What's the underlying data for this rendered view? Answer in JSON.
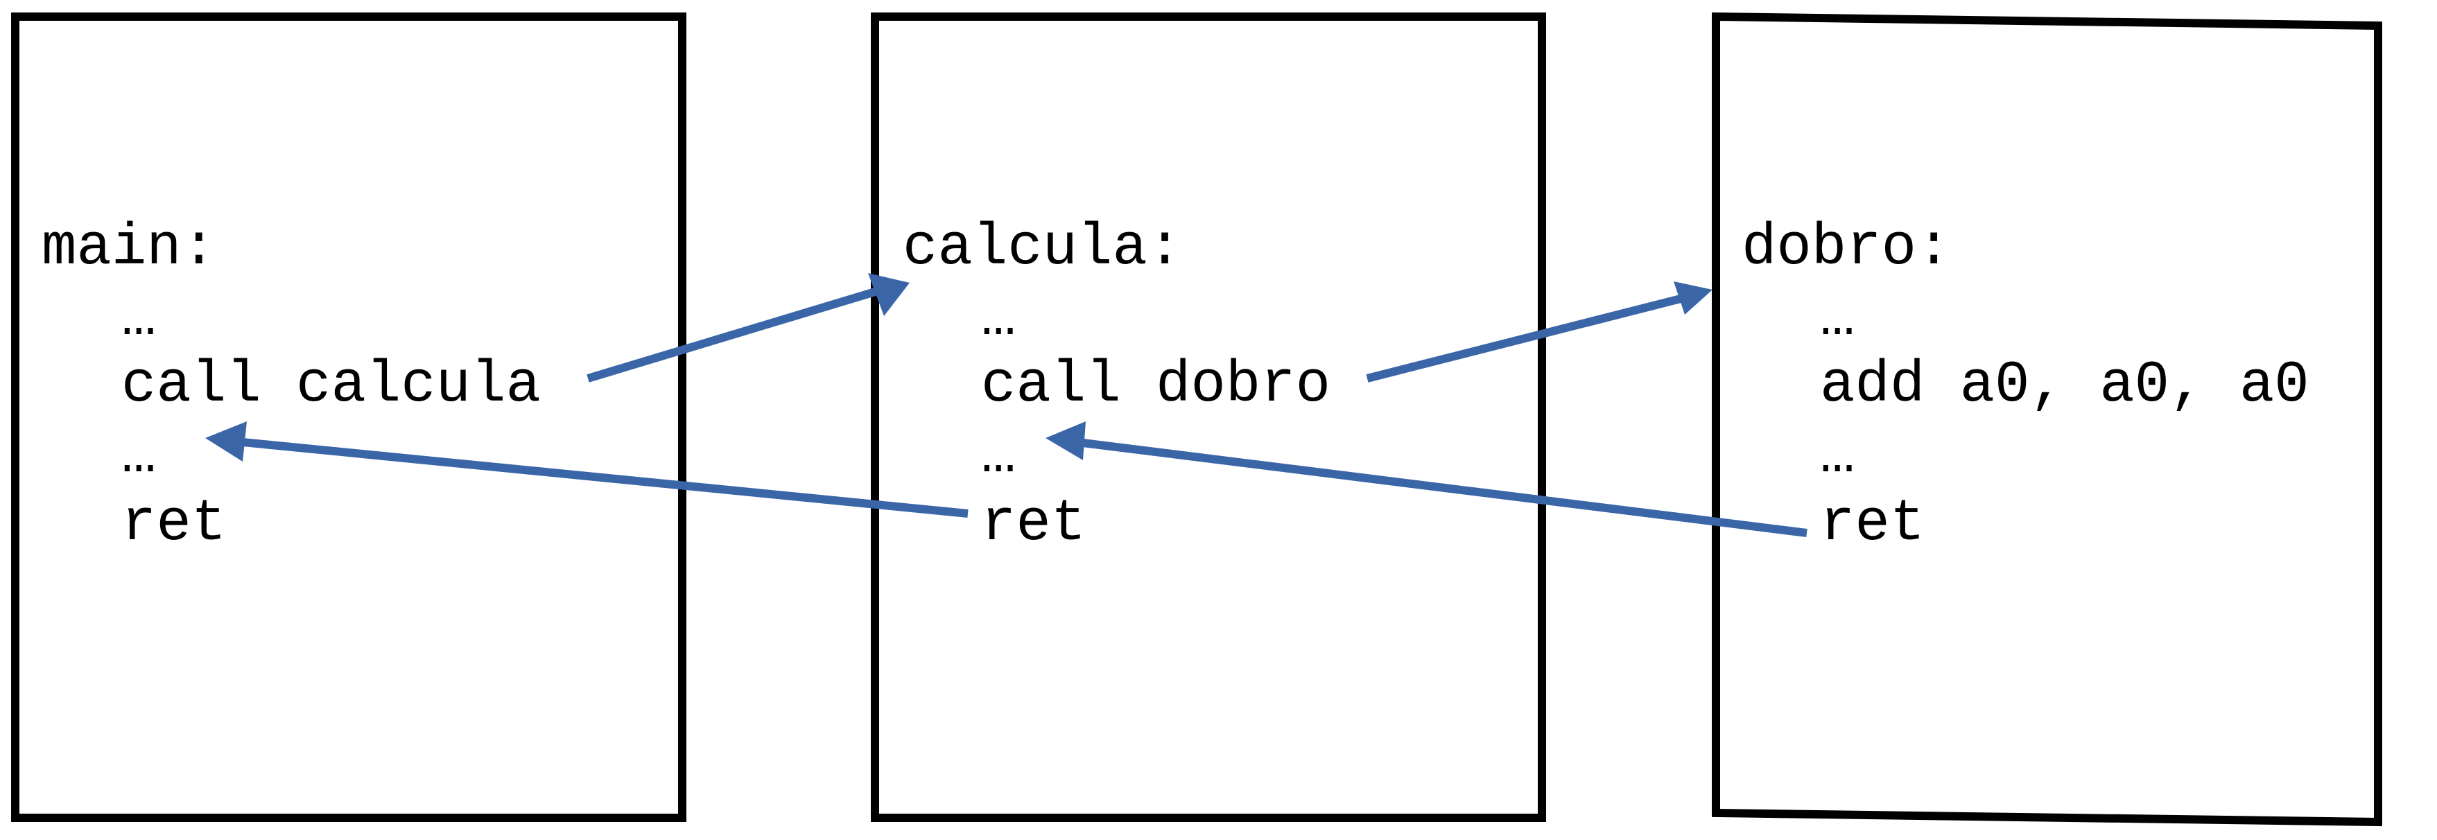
{
  "colors": {
    "box_stroke": "#000000",
    "text": "#000000",
    "arrow": "#3a66a8",
    "background": "#ffffff"
  },
  "functions": [
    {
      "label": "main:",
      "lines": [
        "…",
        "call calcula",
        "…",
        "ret"
      ]
    },
    {
      "label": "calcula:",
      "lines": [
        "…",
        "call dobro",
        "…",
        "ret"
      ]
    },
    {
      "label": "dobro:",
      "lines": [
        "…",
        "add a0, a0, a0",
        "…",
        "ret"
      ]
    }
  ],
  "arrows": [
    {
      "name": "call-calcula-arrow",
      "meaning": "call"
    },
    {
      "name": "return-to-main-arrow",
      "meaning": "return"
    },
    {
      "name": "call-dobro-arrow",
      "meaning": "call"
    },
    {
      "name": "return-to-calcula-arrow",
      "meaning": "return"
    }
  ]
}
